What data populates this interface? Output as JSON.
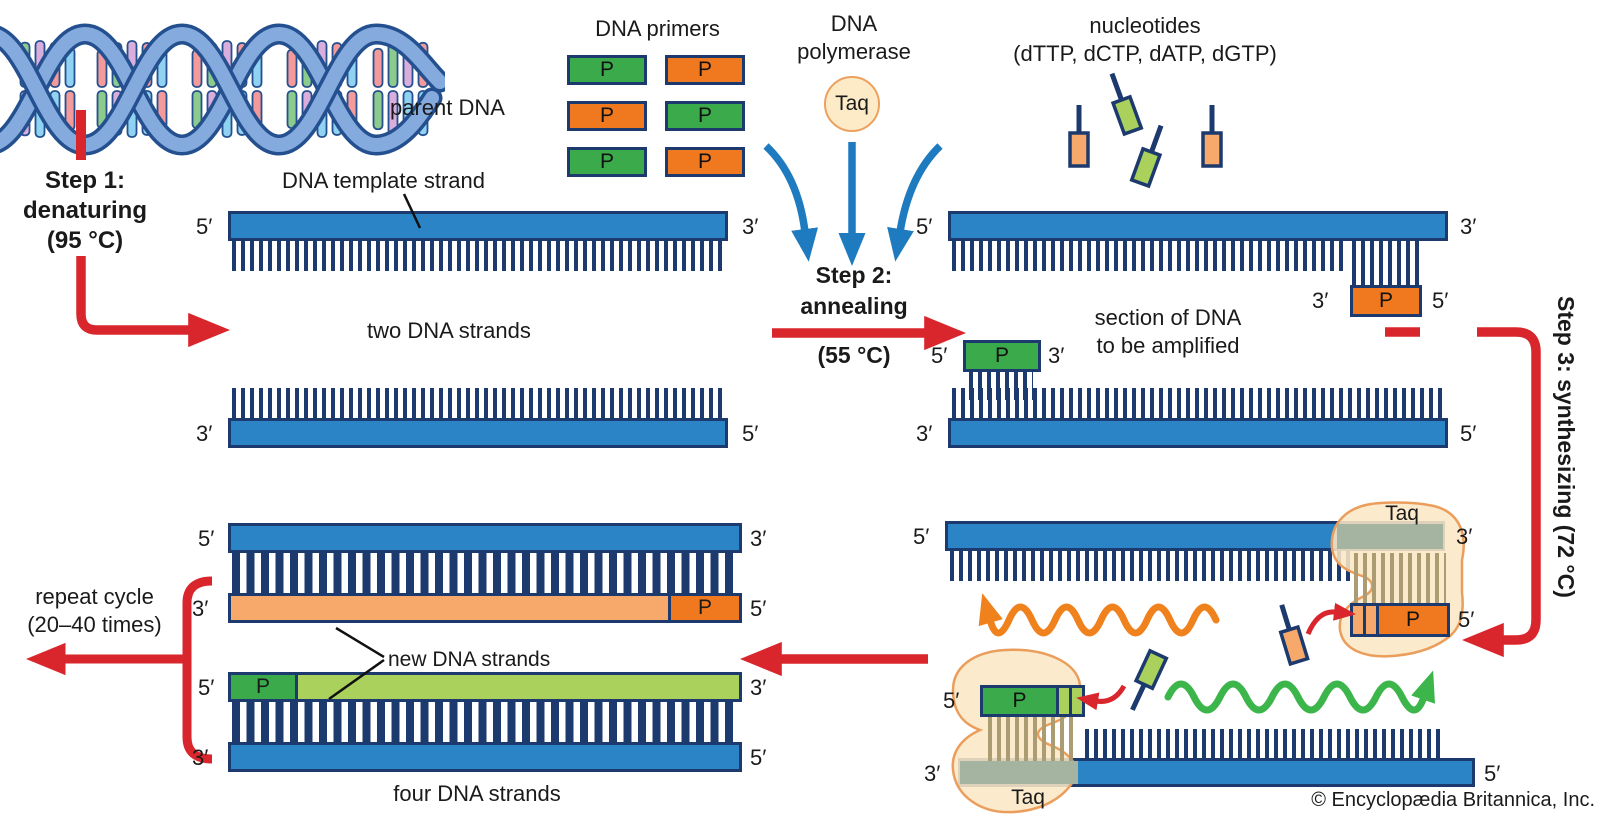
{
  "labels": {
    "five": "5′",
    "three": "3′",
    "p": "P",
    "taq": "Taq"
  },
  "palette": {
    "strand_blue": "#2b84c6",
    "outline_navy": "#1d3a6e",
    "salmon": "#F6A96B",
    "orange": "#F0791F",
    "green_dark": "#3BAA4A",
    "green_light": "#A9D15C",
    "red": "#D8262C",
    "arrow_blue": "#1e7bc0",
    "taq_fill": "#FBE8C5",
    "taq_border": "#EB9E5C",
    "wave_orange": "#F0821E",
    "wave_green": "#3CB54A",
    "shaded_strand": "#A4B4A0"
  },
  "parent_dna": {
    "label": "parent DNA"
  },
  "step1": {
    "line1": "Step 1:",
    "line2": "denaturing",
    "line3": "(95 °C)"
  },
  "primers": {
    "title": "DNA primers"
  },
  "polymerase": {
    "line1": "DNA",
    "line2": "polymerase"
  },
  "nucleotides": {
    "line1": "nucleotides",
    "line2": "(dTTP, dCTP, dATP, dGTP)"
  },
  "template_strand_label": "DNA template strand",
  "two_dna_strands_label": "two DNA strands",
  "step2": {
    "line1": "Step 2:",
    "line2": "annealing",
    "line3": "(55 °C)"
  },
  "section_label": {
    "line1": "section of DNA",
    "line2": "to be amplified"
  },
  "step3_label": "Step 3: synthesizing (72 °C)",
  "repeat_cycle": {
    "line1": "repeat cycle",
    "line2": "(20–40 times)"
  },
  "new_dna_strands_label": "new DNA strands",
  "four_dna_strands_label": "four DNA strands",
  "copyright": "© Encyclopædia Britannica, Inc."
}
